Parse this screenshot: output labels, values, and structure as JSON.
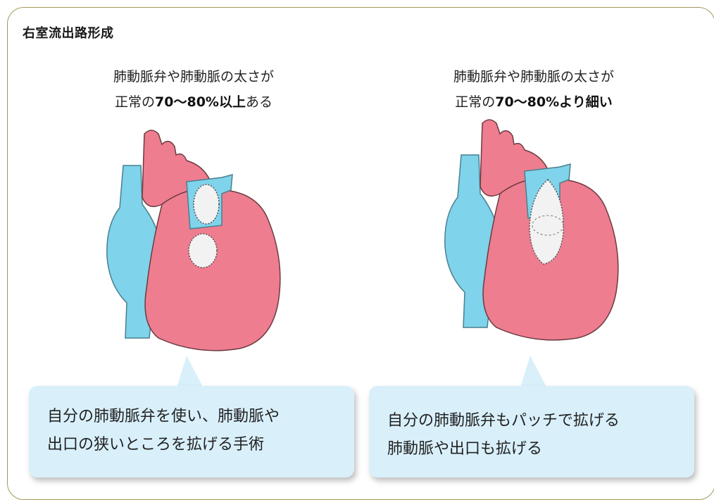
{
  "title": "右室流出路形成",
  "left": {
    "caption_line1": "肺動脈弁や肺動脈の太さが",
    "caption_line2_pre": "正常の",
    "caption_line2_bold": "70〜80%以上",
    "caption_line2_post": "ある",
    "callout_line1": "自分の肺動脈弁を使い、肺動脈や",
    "callout_line2": "出口の狭いところを拡げる手術"
  },
  "right": {
    "caption_line1": "肺動脈弁や肺動脈の太さが",
    "caption_line2_pre": "正常の",
    "caption_line2_bold": "70〜80%より細い",
    "callout_line1": "自分の肺動脈弁もパッチで拡げる",
    "callout_line2": "肺動脈や出口も拡げる"
  },
  "colors": {
    "heart": "#ee7d8f",
    "vessel": "#7fd3ea",
    "patch": "#f2f2f2",
    "callout": "#d9f0fb",
    "frame": "#a09a5a"
  }
}
